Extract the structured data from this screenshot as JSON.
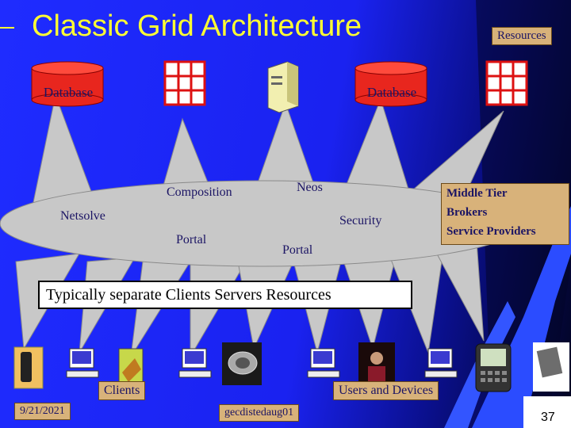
{
  "title": "Classic Grid Architecture",
  "resources_label": "Resources",
  "databases": [
    "Database",
    "Database"
  ],
  "middle_tier": {
    "labels": [
      "Composition",
      "Neos",
      "Netsolve",
      "Security",
      "Portal",
      "Portal"
    ],
    "box_lines": [
      "Middle Tier",
      "Brokers",
      "Service Providers"
    ]
  },
  "separation_text": "Typically separate Clients Servers Resources",
  "bottom": {
    "date": "9/21/2021",
    "clients": "Clients",
    "event": "gecdistedaug01",
    "users_devices": "Users and Devices",
    "page_number": "37"
  },
  "icons": [
    "grid-network-icon",
    "server-icon",
    "computer-icon",
    "cell-phone-icon",
    "pda-icon",
    "java-ring-icon",
    "person-photo-icon",
    "palm-device-icon",
    "chip-icon"
  ],
  "colors": {
    "title": "#ffff33",
    "background": "#1f2cff",
    "tan": "#d8b27a",
    "grey_fabric": "#c8c8c8",
    "text_dark": "#1b1464"
  }
}
